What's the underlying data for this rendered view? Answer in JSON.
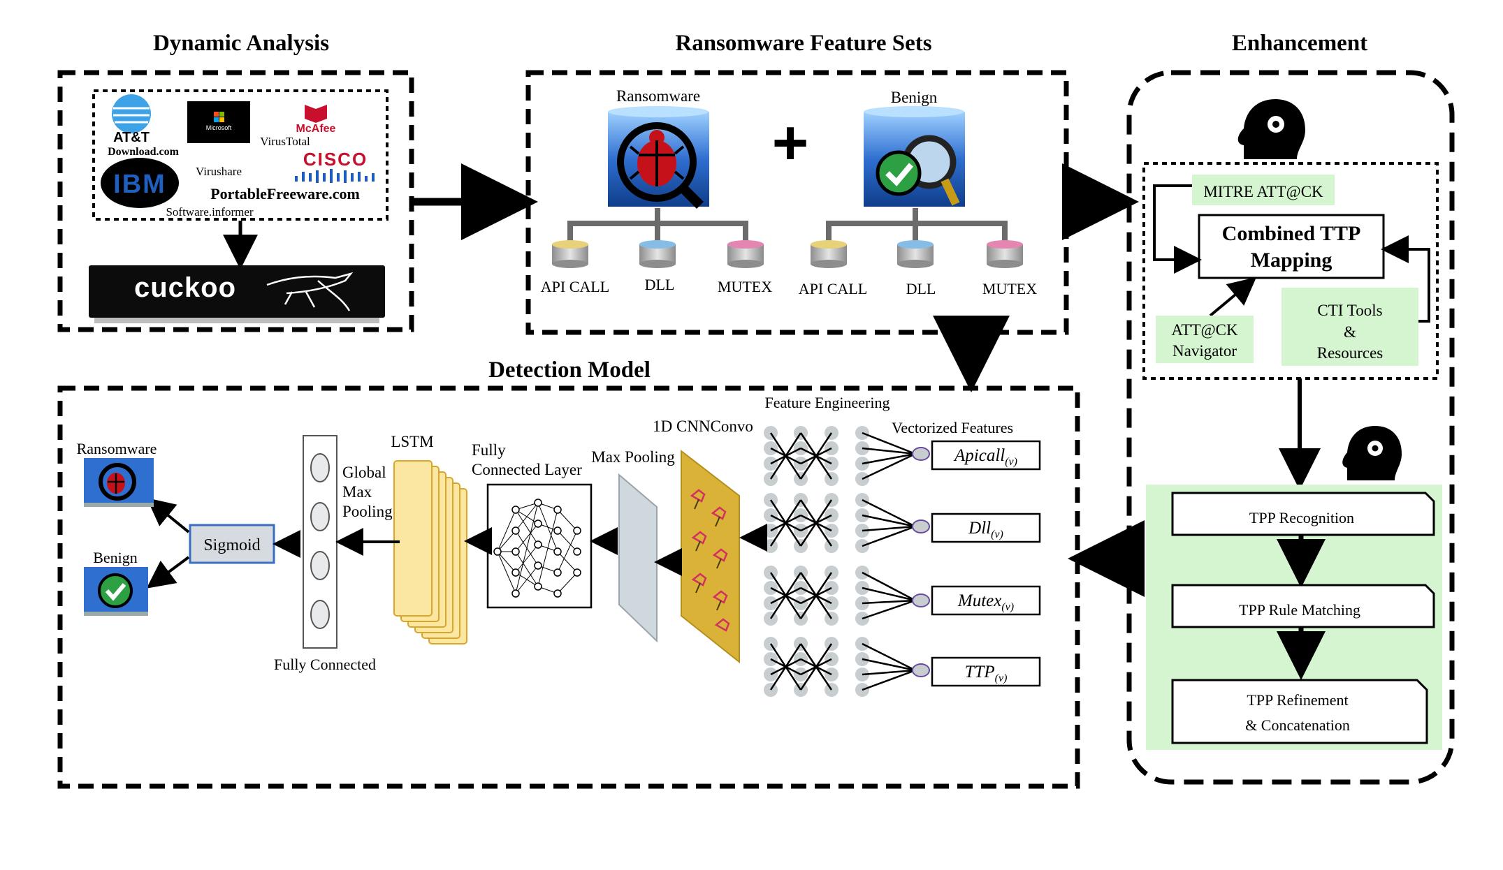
{
  "headings": {
    "dynamic_analysis": "Dynamic Analysis",
    "feature_sets": "Ransomware Feature Sets",
    "enhancement": "Enhancement",
    "detection_model": "Detection Model"
  },
  "sources": {
    "att": "AT&T",
    "microsoft": "Microsoft",
    "mcafee": "McAfee",
    "download_com": "Download.com",
    "virustotal": "VirusTotal",
    "ibm": "IBM",
    "virushare": "Virushare",
    "cisco": "CISCO",
    "portablefreeware": "PortableFreeware.com",
    "software_informer": "Software.informer"
  },
  "sandbox": {
    "name": "cuckoo"
  },
  "feature_sets": {
    "ransomware_label": "Ransomware",
    "benign_label": "Benign",
    "plus": "+",
    "ransomware_features": [
      "API CALL",
      "DLL",
      "MUTEX"
    ],
    "benign_features": [
      "API CALL",
      "DLL",
      "MUTEX"
    ]
  },
  "enhancement": {
    "mitre": "MITRE ATT@CK",
    "combined_line1": "Combined TTP",
    "combined_line2": "Mapping",
    "navigator_line1": "ATT@CK",
    "navigator_line2": "Navigator",
    "cti_line1": "CTI Tools",
    "cti_line2": "&",
    "cti_line3": "Resources",
    "steps": [
      "TPP Recognition",
      "TPP Rule Matching"
    ],
    "refinement_line1": "TPP Refinement",
    "refinement_line2": "& Concatenation"
  },
  "detection": {
    "feature_engineering": "Feature Engineering",
    "vectorized_features": "Vectorized Features",
    "vectors": [
      {
        "base": "Apicall",
        "sub": "(v)"
      },
      {
        "base": "Dll",
        "sub": "(v)"
      },
      {
        "base": "Mutex",
        "sub": "(v)"
      },
      {
        "base": "TTP",
        "sub": "(v)"
      }
    ],
    "cnn": "1D CNNConvo",
    "max_pooling": "Max Pooling",
    "fc_layer_line1": "Fully",
    "fc_layer_line2": "Connected Layer",
    "lstm": "LSTM",
    "gmp_line1": "Global",
    "gmp_line2": "Max",
    "gmp_line3": "Pooling",
    "fully_connected": "Fully Connected",
    "sigmoid": "Sigmoid",
    "out_ransomware": "Ransomware",
    "out_benign": "Benign"
  },
  "colors": {
    "green_box": "#d4f5d0",
    "sigmoid_fill": "#d6dbe2",
    "sigmoid_border": "#3a6fc0",
    "lstm_fill": "#fbe7a1",
    "cnn_fill": "#d9b237",
    "db_blue": "#2f6fd0"
  }
}
